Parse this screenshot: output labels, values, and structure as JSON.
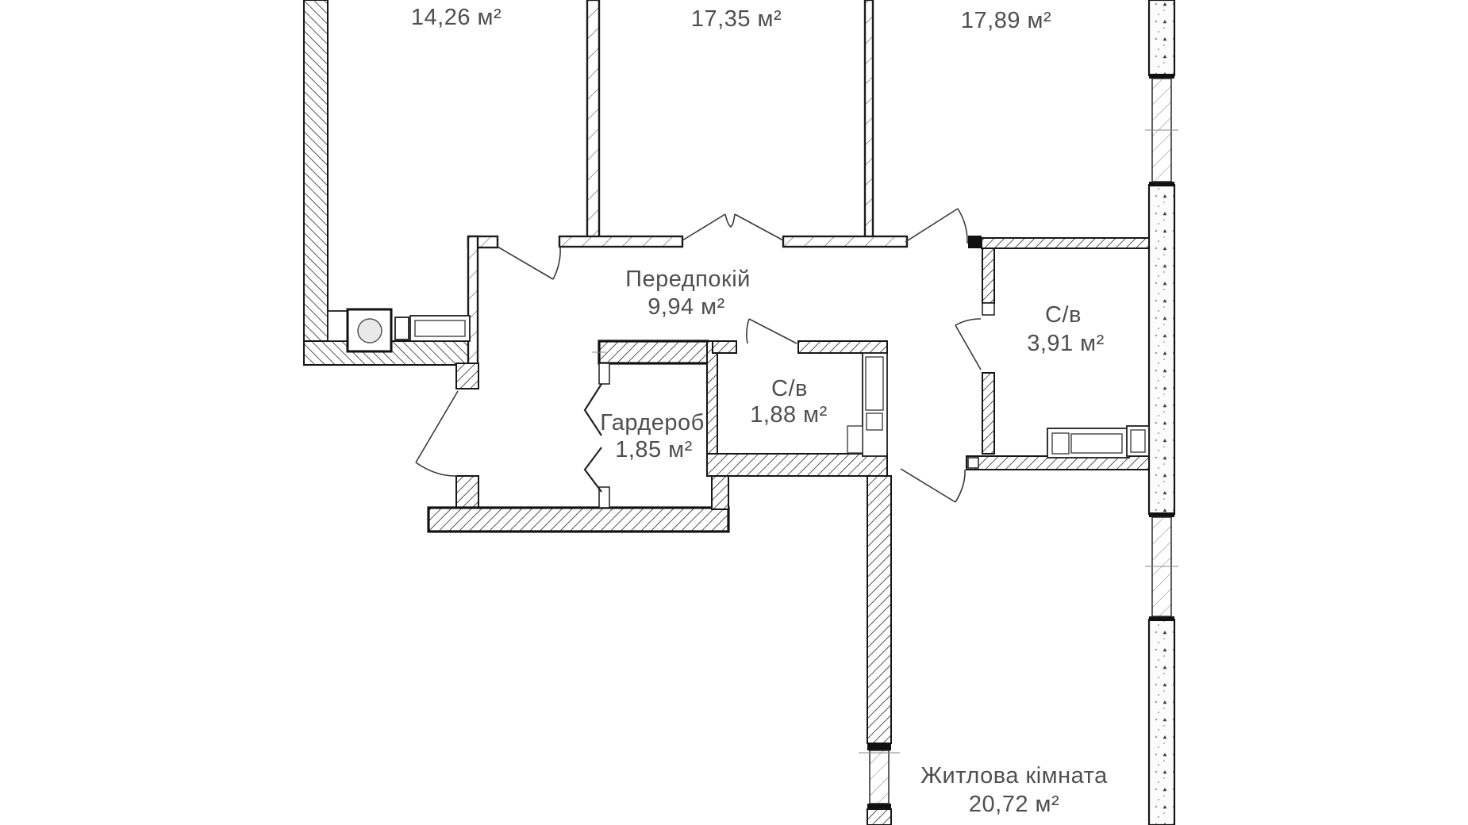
{
  "page": {
    "background_color": "#ffffff",
    "line_color": "#1a1a1a",
    "text_color": "#4f4f4f",
    "type": "apartment floor plan"
  },
  "floor_plan": {
    "rooms": [
      {
        "name": "",
        "area": "14,26 м²"
      },
      {
        "name": "",
        "area": "17,35 м²"
      },
      {
        "name": "",
        "area": "17,89 м²"
      },
      {
        "name": "Передпокій",
        "area": "9,94 м²"
      },
      {
        "name": "Гардероб",
        "area": "1,85 м²"
      },
      {
        "name": "С/в",
        "area": "1,88 м²"
      },
      {
        "name": "С/в",
        "area": "3,91 м²"
      },
      {
        "name": "Житлова кімната",
        "area": "20,72 м²"
      }
    ]
  }
}
